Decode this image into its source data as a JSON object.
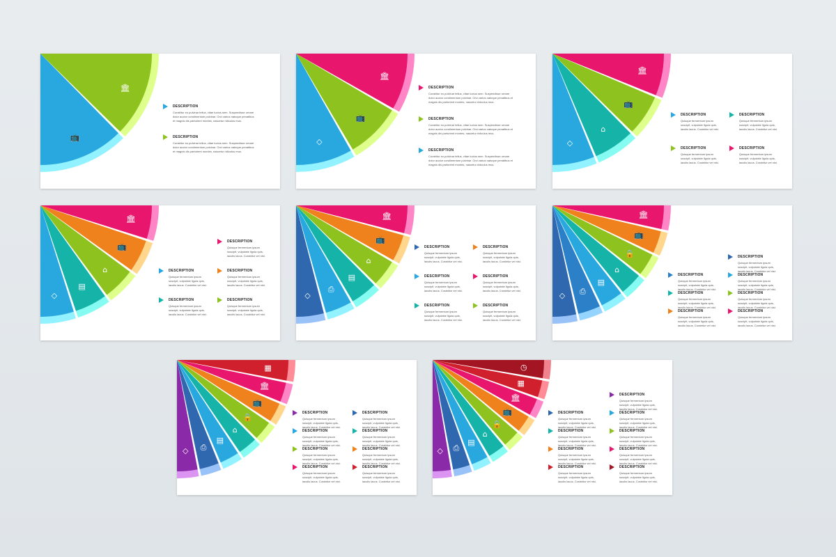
{
  "colors": {
    "blue": "#29a8e0",
    "green": "#8dc21f",
    "magenta": "#e8176d",
    "teal": "#16b3a8",
    "orange": "#f0821e",
    "lightgreen": "#a3cd3a",
    "navy": "#3068b0",
    "skyblue": "#29a0d8",
    "cyan": "#1db0c8",
    "purple": "#8a2aa8",
    "red": "#d0202e",
    "darkred": "#a31522",
    "midblue": "#2c80c8"
  },
  "desc_title": "DESCRIPTION",
  "long_text": "Curabitur eu pulvinar tellus, vitae luctus sem. Suspendisse ornare dolor auctor condimentum pulvinar. Orci varius natoque penatibus et magnis dis parturient montes, nascetur ridiculus mus.",
  "short_text": "Quisque fermentum ipsum suscipit, vulputate ligula quis, iaculis lacus. Curabitur vel nisi.",
  "slides": [
    {
      "segments": [
        "blue",
        "green"
      ],
      "icons": [
        "tv",
        "bank"
      ]
    },
    {
      "segments": [
        "blue",
        "green",
        "magenta"
      ],
      "icons": [
        "diamond",
        "tv",
        "bank"
      ]
    },
    {
      "segments": [
        "blue",
        "teal",
        "green",
        "magenta"
      ],
      "icons": [
        "diamond",
        "home",
        "tv",
        "bank"
      ]
    },
    {
      "segments": [
        "blue",
        "teal",
        "green",
        "orange",
        "magenta"
      ],
      "icons": [
        "diamond",
        "film",
        "home",
        "tv",
        "bank"
      ]
    },
    {
      "segments": [
        "navy",
        "blue",
        "teal",
        "green",
        "orange",
        "magenta"
      ],
      "icons": [
        "diamond",
        "print",
        "film",
        "home",
        "tv",
        "bank"
      ]
    },
    {
      "segments": [
        "navy",
        "midblue",
        "blue",
        "teal",
        "green",
        "orange",
        "magenta"
      ],
      "icons": [
        "diamond",
        "print",
        "film",
        "home",
        "lock",
        "tv",
        "bank"
      ]
    },
    {
      "segments": [
        "purple",
        "navy",
        "blue",
        "teal",
        "green",
        "orange",
        "magenta",
        "red"
      ],
      "icons": [
        "diamond",
        "print",
        "film",
        "home",
        "lock",
        "tv",
        "bank",
        "grid"
      ]
    },
    {
      "segments": [
        "purple",
        "navy",
        "blue",
        "teal",
        "green",
        "orange",
        "magenta",
        "red",
        "darkred"
      ],
      "icons": [
        "diamond",
        "print",
        "film",
        "home",
        "lock",
        "tv",
        "bank",
        "grid",
        "clock"
      ]
    }
  ],
  "icons": {
    "tv": "📺",
    "bank": "🏛",
    "diamond": "◇",
    "home": "⌂",
    "film": "▤",
    "print": "⎙",
    "lock": "🔒",
    "grid": "▦",
    "clock": "◷"
  }
}
